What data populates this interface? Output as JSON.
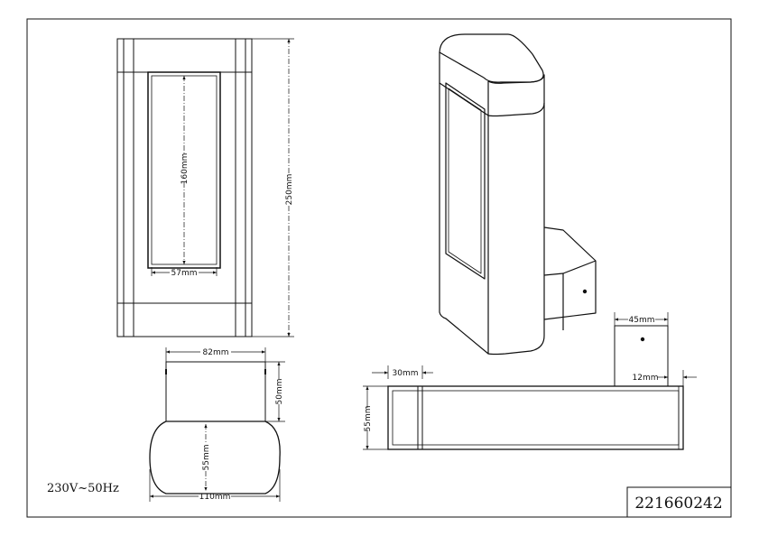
{
  "front_view": {
    "window_height": "160mm",
    "window_width": "57mm",
    "total_height": "250mm"
  },
  "top_view": {
    "bracket_width": "82mm",
    "bracket_depth": "50mm",
    "body_depth": "55mm",
    "body_width": "110mm"
  },
  "side_view": {
    "end_width": "30mm",
    "height": "55mm",
    "bracket_width": "45mm",
    "bracket_offset": "12mm"
  },
  "voltage_label": "230V~50Hz",
  "part_number": "221660242"
}
